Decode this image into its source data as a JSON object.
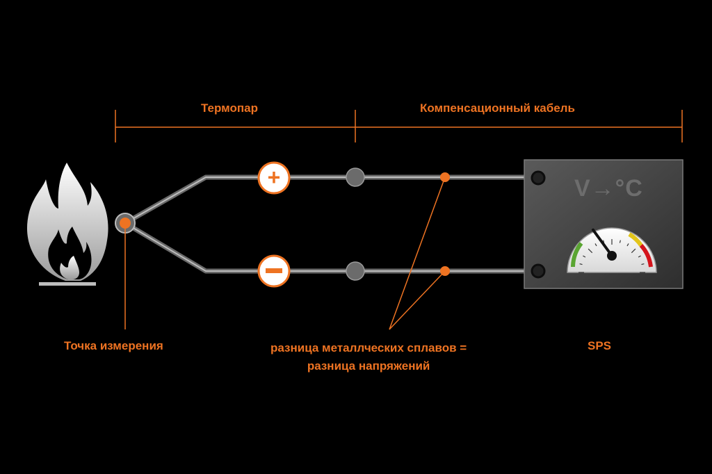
{
  "labels": {
    "thermocouple": "Термопар",
    "compensation_cable": "Компенсационный кабель",
    "measurement_point": "Точка измерения",
    "alloy_difference_line1": "разница металлческих сплавов =",
    "alloy_difference_line2": "разница напряжений",
    "sps": "SPS"
  },
  "device": {
    "title": "V→°C"
  },
  "symbols": {
    "plus": "+",
    "minus": "−"
  },
  "colors": {
    "accent": "#ee7322",
    "background": "#000000",
    "wire": "#8a8a8a",
    "device_body": "#444444",
    "gauge_green": "#5aa532",
    "gauge_yellow": "#e3c51a",
    "gauge_red": "#d4141c"
  },
  "gauge": {
    "needle_level": 0.3
  }
}
